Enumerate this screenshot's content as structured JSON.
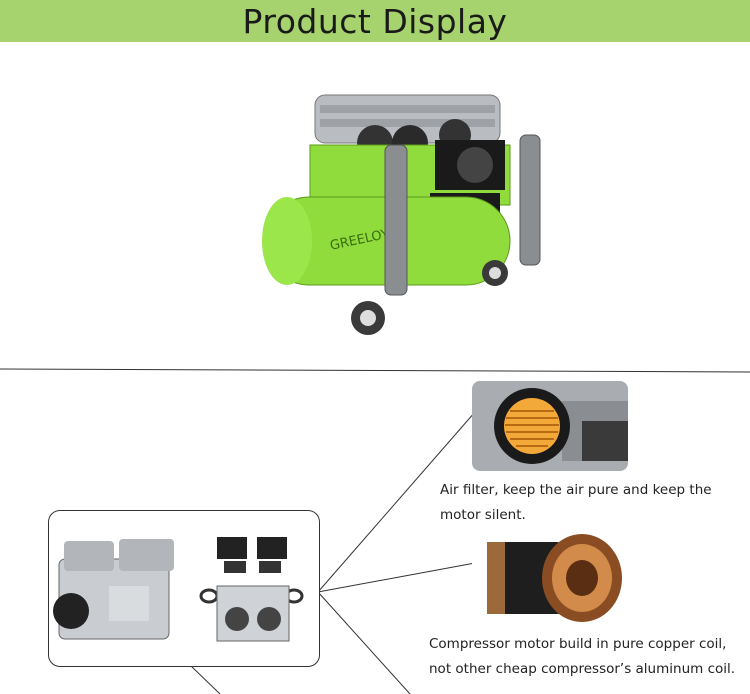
{
  "banner": {
    "title": "Product Display"
  },
  "features": [
    {
      "caption_line1": "Air filter, keep the air pure and keep the",
      "caption_line2": "motor silent."
    },
    {
      "caption_line1": "Compressor motor build in pure copper coil,",
      "caption_line2": "not other cheap compressor’s aluminum coil."
    }
  ],
  "product": {
    "brand_text": "GREELOY"
  },
  "colors": {
    "banner": "#a6d36e",
    "body": "#8fdc3c",
    "text": "#222222"
  }
}
